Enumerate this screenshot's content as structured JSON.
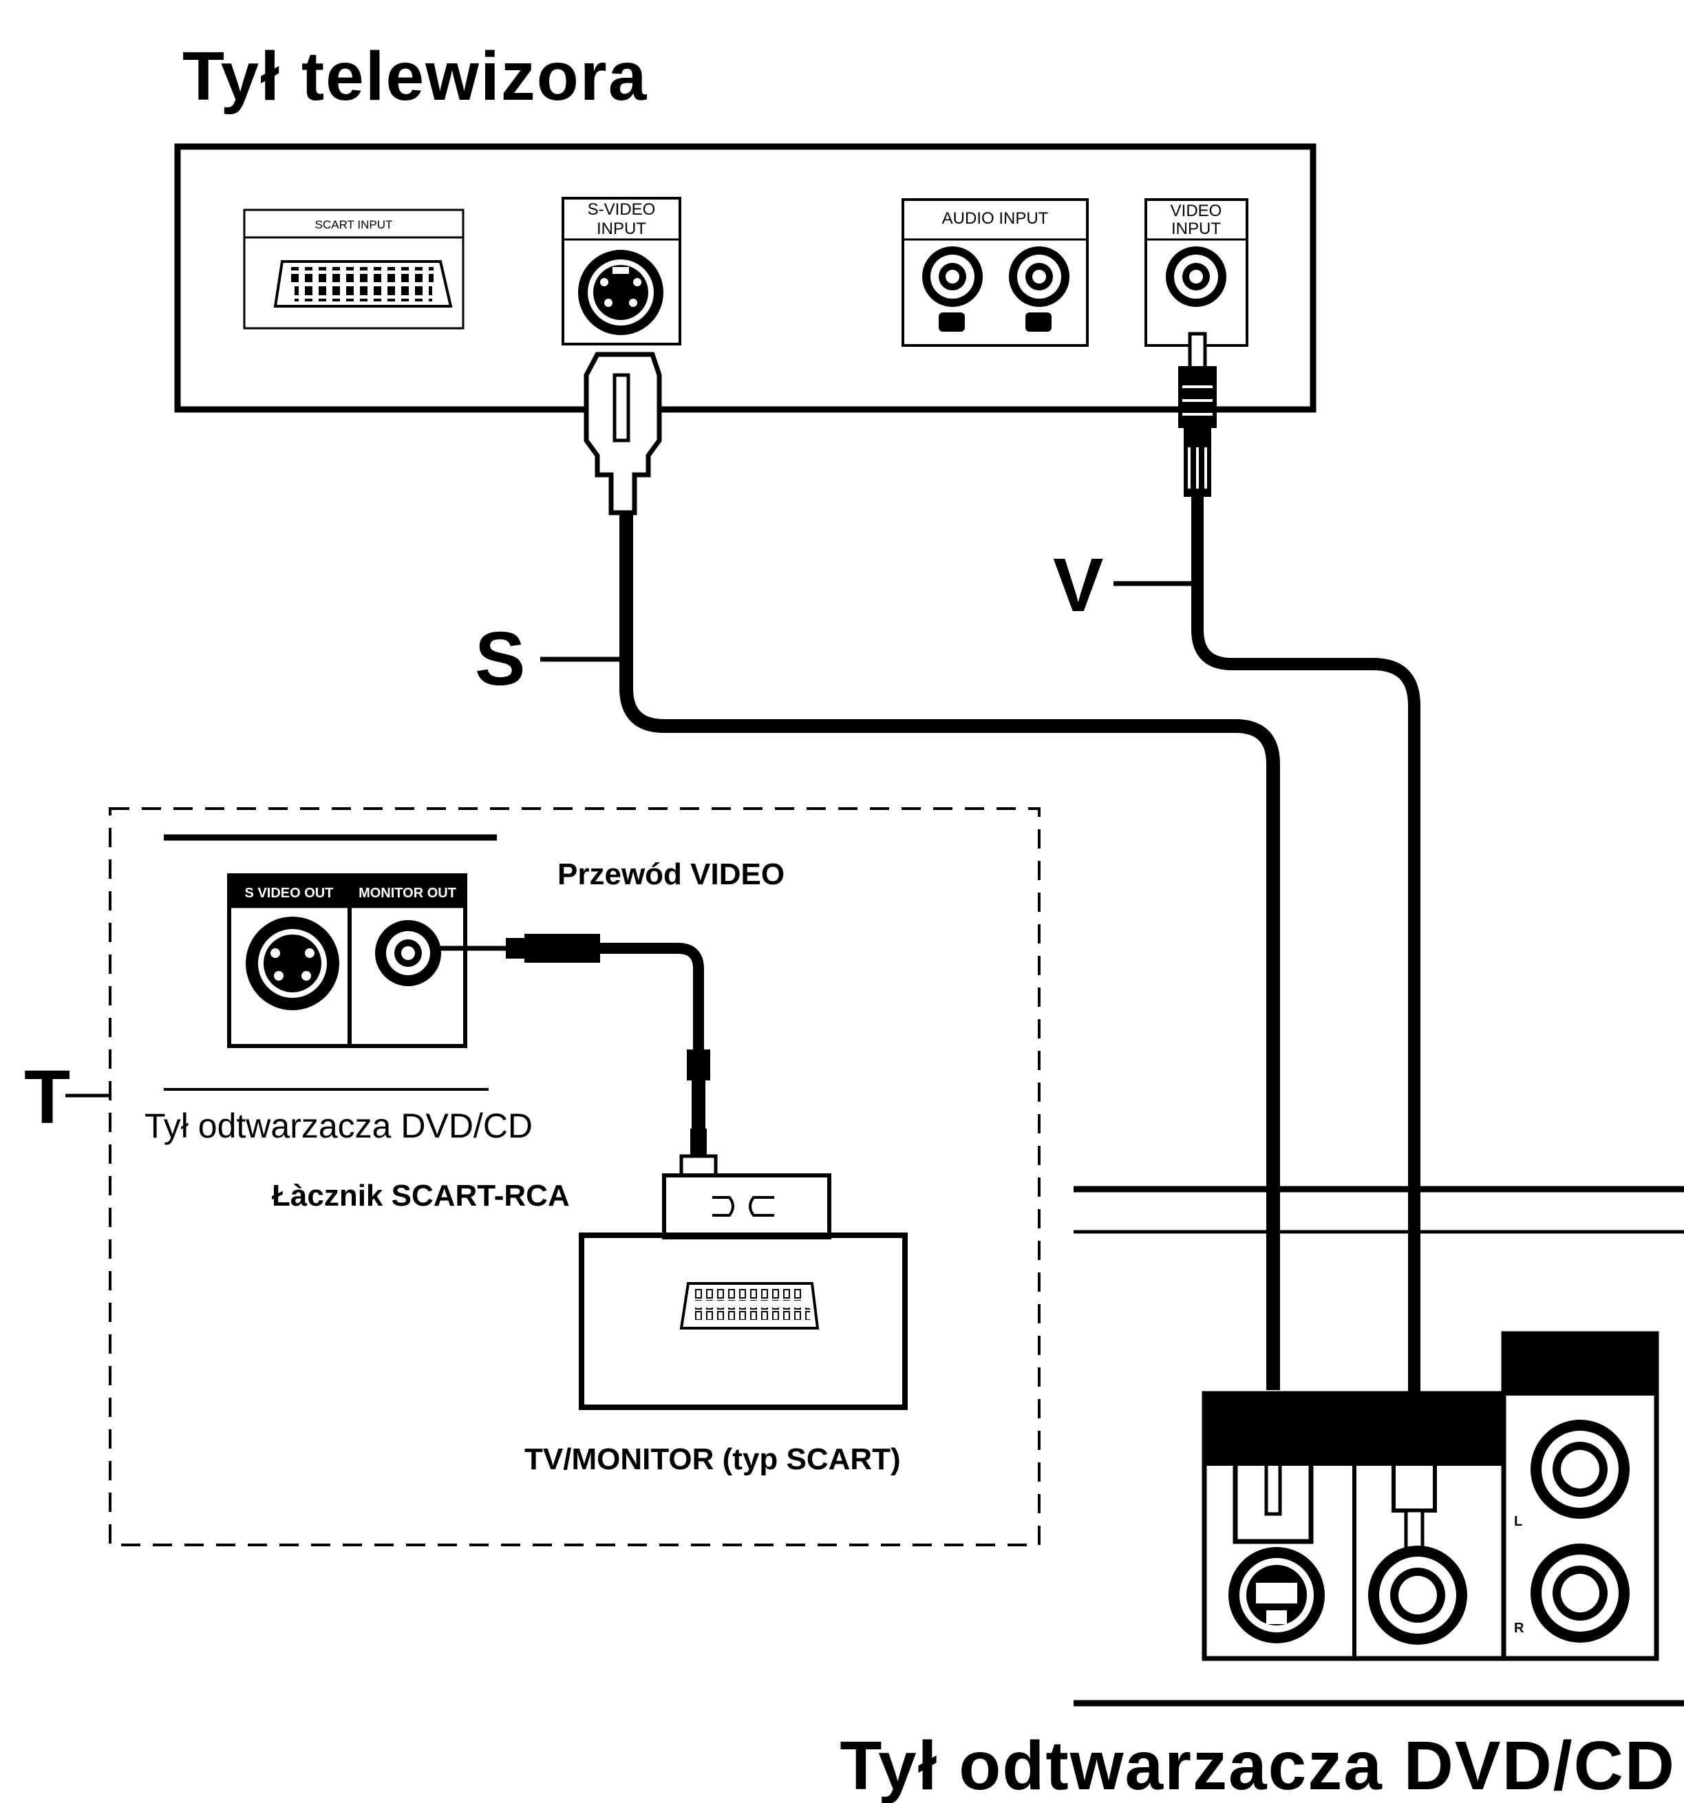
{
  "tv_back": {
    "title": "Tył telewizora",
    "ports": {
      "scart": "SCART INPUT",
      "svideo_line1": "S-VIDEO",
      "svideo_line2": "INPUT",
      "audio": "AUDIO INPUT",
      "video_line1": "VIDEO",
      "video_line2": "INPUT"
    }
  },
  "cables": {
    "s": "S",
    "v": "V",
    "t": "T"
  },
  "inset": {
    "dvd_ports": {
      "svideo_out": "S VIDEO OUT",
      "monitor_out": "MONITOR OUT"
    },
    "cable_label": "Przewód VIDEO",
    "dvd_label": "Tył odtwarzacza DVD/CD",
    "adapter_label": "Łàcznik SCART-RCA",
    "tv_label": "TV/MONITOR (typ SCART)"
  },
  "dvd_back": {
    "title": "Tył odtwarzacza DVD/CD",
    "audio_l": "L",
    "audio_r": "R"
  }
}
